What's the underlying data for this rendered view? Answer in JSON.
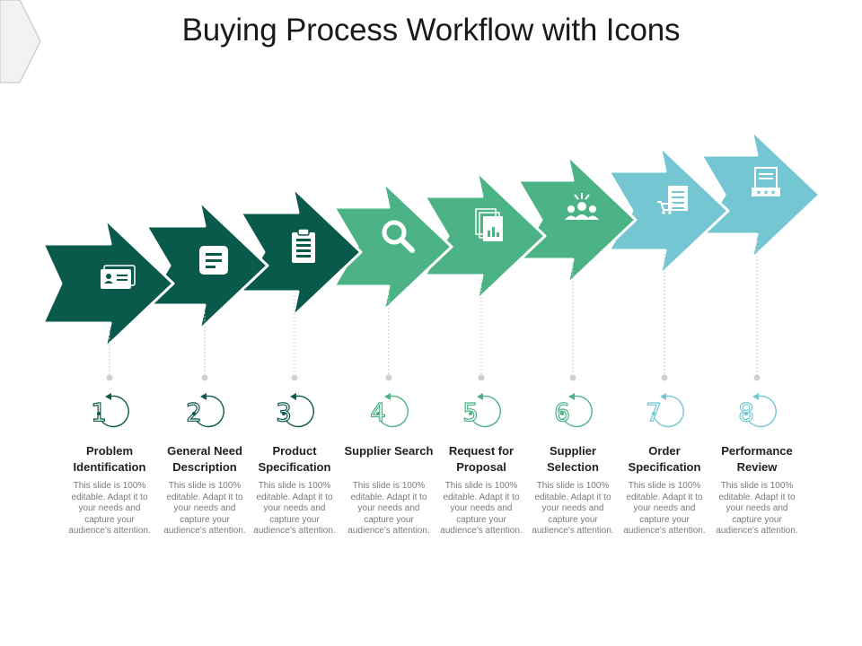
{
  "title": "Buying Process Workflow with Icons",
  "steps": [
    {
      "number": "1",
      "title": "Problem Identification",
      "description": "This slide is 100% editable. Adapt it to your needs and capture your audience's attention.",
      "color": "#0a5a4c",
      "icon": "id-card-icon"
    },
    {
      "number": "2",
      "title": "General Need Description",
      "description": "This slide is 100% editable. Adapt it to your needs and capture your audience's attention.",
      "color": "#0a5a4c",
      "icon": "document-icon"
    },
    {
      "number": "3",
      "title": "Product Specification",
      "description": "This slide is 100% editable. Adapt it to your needs and capture your audience's attention.",
      "color": "#0a5a4c",
      "icon": "clipboard-icon"
    },
    {
      "number": "4",
      "title": "Supplier Search",
      "description": "This slide is 100% editable. Adapt it to your needs and capture your audience's attention.",
      "color": "#4bb386",
      "icon": "search-icon"
    },
    {
      "number": "5",
      "title": "Request for Proposal",
      "description": "This slide is 100% editable. Adapt it to your needs and capture your audience's attention.",
      "color": "#4bb386",
      "icon": "documents-chart-icon"
    },
    {
      "number": "6",
      "title": "Supplier Selection",
      "description": "This slide is 100% editable. Adapt it to your needs and capture your audience's attention.",
      "color": "#4bb386",
      "icon": "team-icon"
    },
    {
      "number": "7",
      "title": "Order Specification",
      "description": "This slide is 100% editable. Adapt it to your needs and capture your audience's attention.",
      "color": "#74c6d2",
      "icon": "cart-document-icon"
    },
    {
      "number": "8",
      "title": "Performance Review",
      "description": "This slide is 100% editable. Adapt it to your needs and capture your audience's attention.",
      "color": "#74c6d2",
      "icon": "review-document-icon"
    }
  ]
}
